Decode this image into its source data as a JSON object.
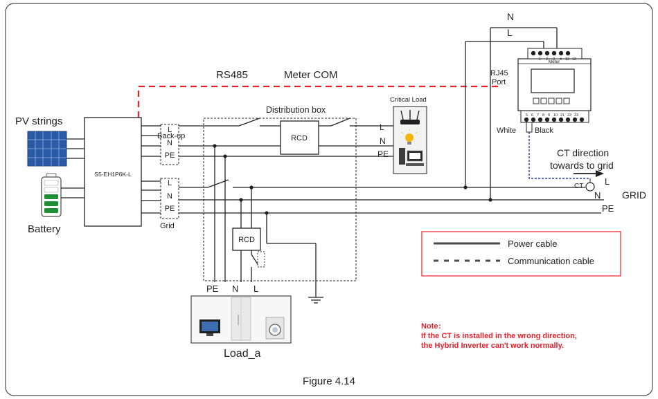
{
  "inverter": {
    "model": "S5-EH1P6K-L"
  },
  "sources": {
    "pv": "PV strings",
    "battery": "Battery"
  },
  "ports": {
    "backup_title": "Back-up",
    "grid_title": "Grid",
    "backup": [
      "L",
      "N",
      "PE"
    ],
    "grid": [
      "L",
      "N",
      "PE"
    ]
  },
  "distribution_box": {
    "title": "Distribution box",
    "rcd_top": "RCD",
    "rcd_bottom": "RCD"
  },
  "critical_load": {
    "title": "Critical Load",
    "labels": [
      "L",
      "N",
      "PE"
    ]
  },
  "comm": {
    "label": "RS485",
    "label2": "Meter COM"
  },
  "meter": {
    "title": "Meter",
    "top_terminals": [
      "1",
      "2",
      "3",
      "4",
      "13",
      "12"
    ],
    "bottom_terminals": [
      "5",
      "6",
      "7",
      "8",
      "9",
      "10",
      "21",
      "22",
      "23"
    ],
    "rj45_line1": "RJ45",
    "rj45_line2": "Port",
    "white": "White",
    "black": "Black",
    "n_label": "N",
    "l_label": "L"
  },
  "ct": {
    "direction_line1": "CT direction",
    "direction_line2": "towards to grid",
    "label": "CT"
  },
  "grid": {
    "label": "GRID",
    "lines": [
      "L",
      "N",
      "PE"
    ]
  },
  "load": {
    "title": "Load_a",
    "labels": [
      "PE",
      "N",
      "L"
    ]
  },
  "legend": {
    "power": "Power cable",
    "comm": "Communication cable"
  },
  "note": {
    "title": "Note",
    "line1": "If the CT is installed in the wrong direction,",
    "line2": "the Hybrid Inverter can't work normally."
  },
  "figure_caption": "Figure 4.14",
  "colors": {
    "comm_red": "#e8202a",
    "ct_blue": "#2b3aa8",
    "legend_border": "#e8202a",
    "line": "#231f20"
  }
}
